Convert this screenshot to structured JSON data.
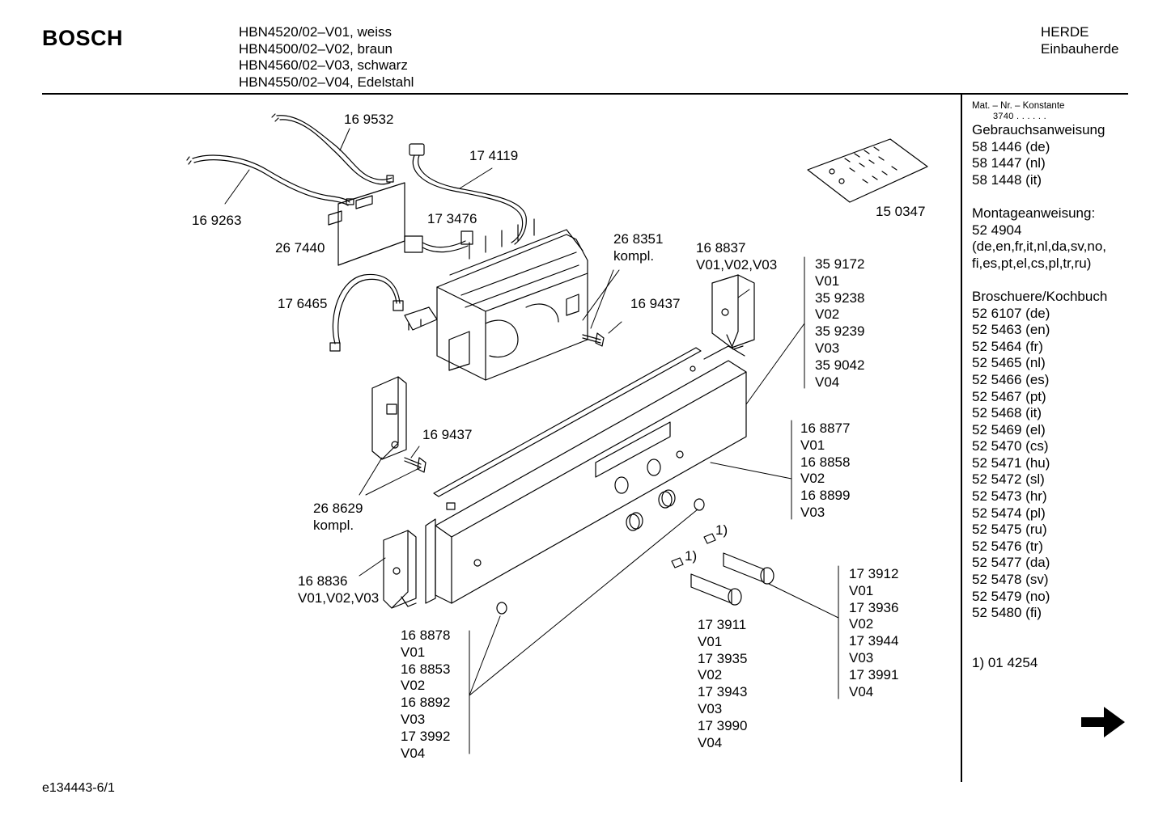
{
  "header": {
    "brand": "BOSCH",
    "models": [
      "HBN4520/02–V01, weiss",
      "HBN4500/02–V02, braun",
      "HBN4560/02–V03, schwarz",
      "HBN4550/02–V04, Edelstahl"
    ],
    "category": "HERDE",
    "subcategory": "Einbauherde"
  },
  "sidebar": {
    "mat_label": "Mat. – Nr. – Konstante",
    "mat_value": "3740 . . . . . .",
    "manual_heading": "Gebrauchsanweisung",
    "manuals": [
      "58 1446 (de)",
      "58 1447 (nl)",
      "58 1448 (it)"
    ],
    "install_heading": "Montageanweisung:",
    "install_number": "52 4904",
    "install_langs_1": "(de,en,fr,it,nl,da,sv,no,",
    "install_langs_2": "fi,es,pt,el,cs,pl,tr,ru)",
    "brochure_heading": "Broschuere/Kochbuch",
    "brochures": [
      "52 6107 (de)",
      "52 5463 (en)",
      "52 5464 (fr)",
      "52 5465 (nl)",
      "52 5466 (es)",
      "52 5467 (pt)",
      "52 5468 (it)",
      "52 5469 (el)",
      "52 5470 (cs)",
      "52 5471 (hu)",
      "52 5472 (sl)",
      "52 5473 (hr)",
      "52 5474 (pl)",
      "52 5475 (ru)",
      "52 5476 (tr)",
      "52 5477 (da)",
      "52 5478 (sv)",
      "52 5479 (no)",
      "52 5480 (fi)"
    ],
    "footnote": "1) 01 4254"
  },
  "parts": {
    "p169532": "16 9532",
    "p174119": "17 4119",
    "p169263": "16 9263",
    "p267440": "26 7440",
    "p173476": "17 3476",
    "p150347": "15 0347",
    "p268351": "26 8351",
    "p268351_note": "kompl.",
    "p168837": "16 8837",
    "p168837_var": "V01,V02,V03",
    "p176465": "17 6465",
    "p169437_a": "16 9437",
    "p169437_b": "16 9437",
    "p268629": "26 8629",
    "p268629_note": "kompl.",
    "p168836": "16 8836",
    "p168836_var": "V01,V02,V03",
    "fn1_a": "1)",
    "fn1_b": "1)",
    "list_panel": [
      "35 9172",
      "V01",
      "35 9238",
      "V02",
      "35 9239",
      "V03",
      "35 9042",
      "V04"
    ],
    "list_knobring": [
      "16 8877",
      "V01",
      "16 8858",
      "V02",
      "16 8899",
      "V03"
    ],
    "list_knob_right": [
      "17 3912",
      "V01",
      "17 3936",
      "V02",
      "17 3944",
      "V03",
      "17 3991",
      "V04"
    ],
    "list_knob_left": [
      "17 3911",
      "V01",
      "17 3935",
      "V02",
      "17 3943",
      "V03",
      "17 3990",
      "V04"
    ],
    "list_button": [
      "16 8878",
      "V01",
      "16 8853",
      "V02",
      "16 8892",
      "V03",
      "17 3992",
      "V04"
    ]
  },
  "footer": {
    "drawing_code": "e134443-6/1"
  },
  "icons": {
    "next": "arrow-right-icon"
  }
}
